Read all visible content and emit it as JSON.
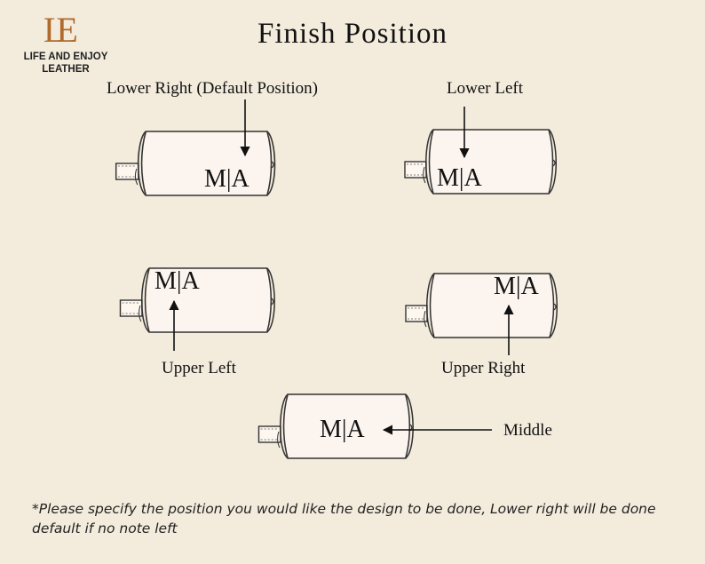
{
  "brand": {
    "monogram": "LE",
    "name_line1": "LIFE AND ENJOY",
    "name_line2": "LEATHER",
    "color": "#b06a2c"
  },
  "title": "Finish Position",
  "monogram_text": "M|A",
  "positions": [
    {
      "label": "Lower Right (Default Position)"
    },
    {
      "label": "Lower Left"
    },
    {
      "label": "Upper Left"
    },
    {
      "label": "Upper Right"
    },
    {
      "label": "Middle"
    }
  ],
  "note": "*Please specify the position you would like the design to be done, Lower right will be done default if no note left"
}
